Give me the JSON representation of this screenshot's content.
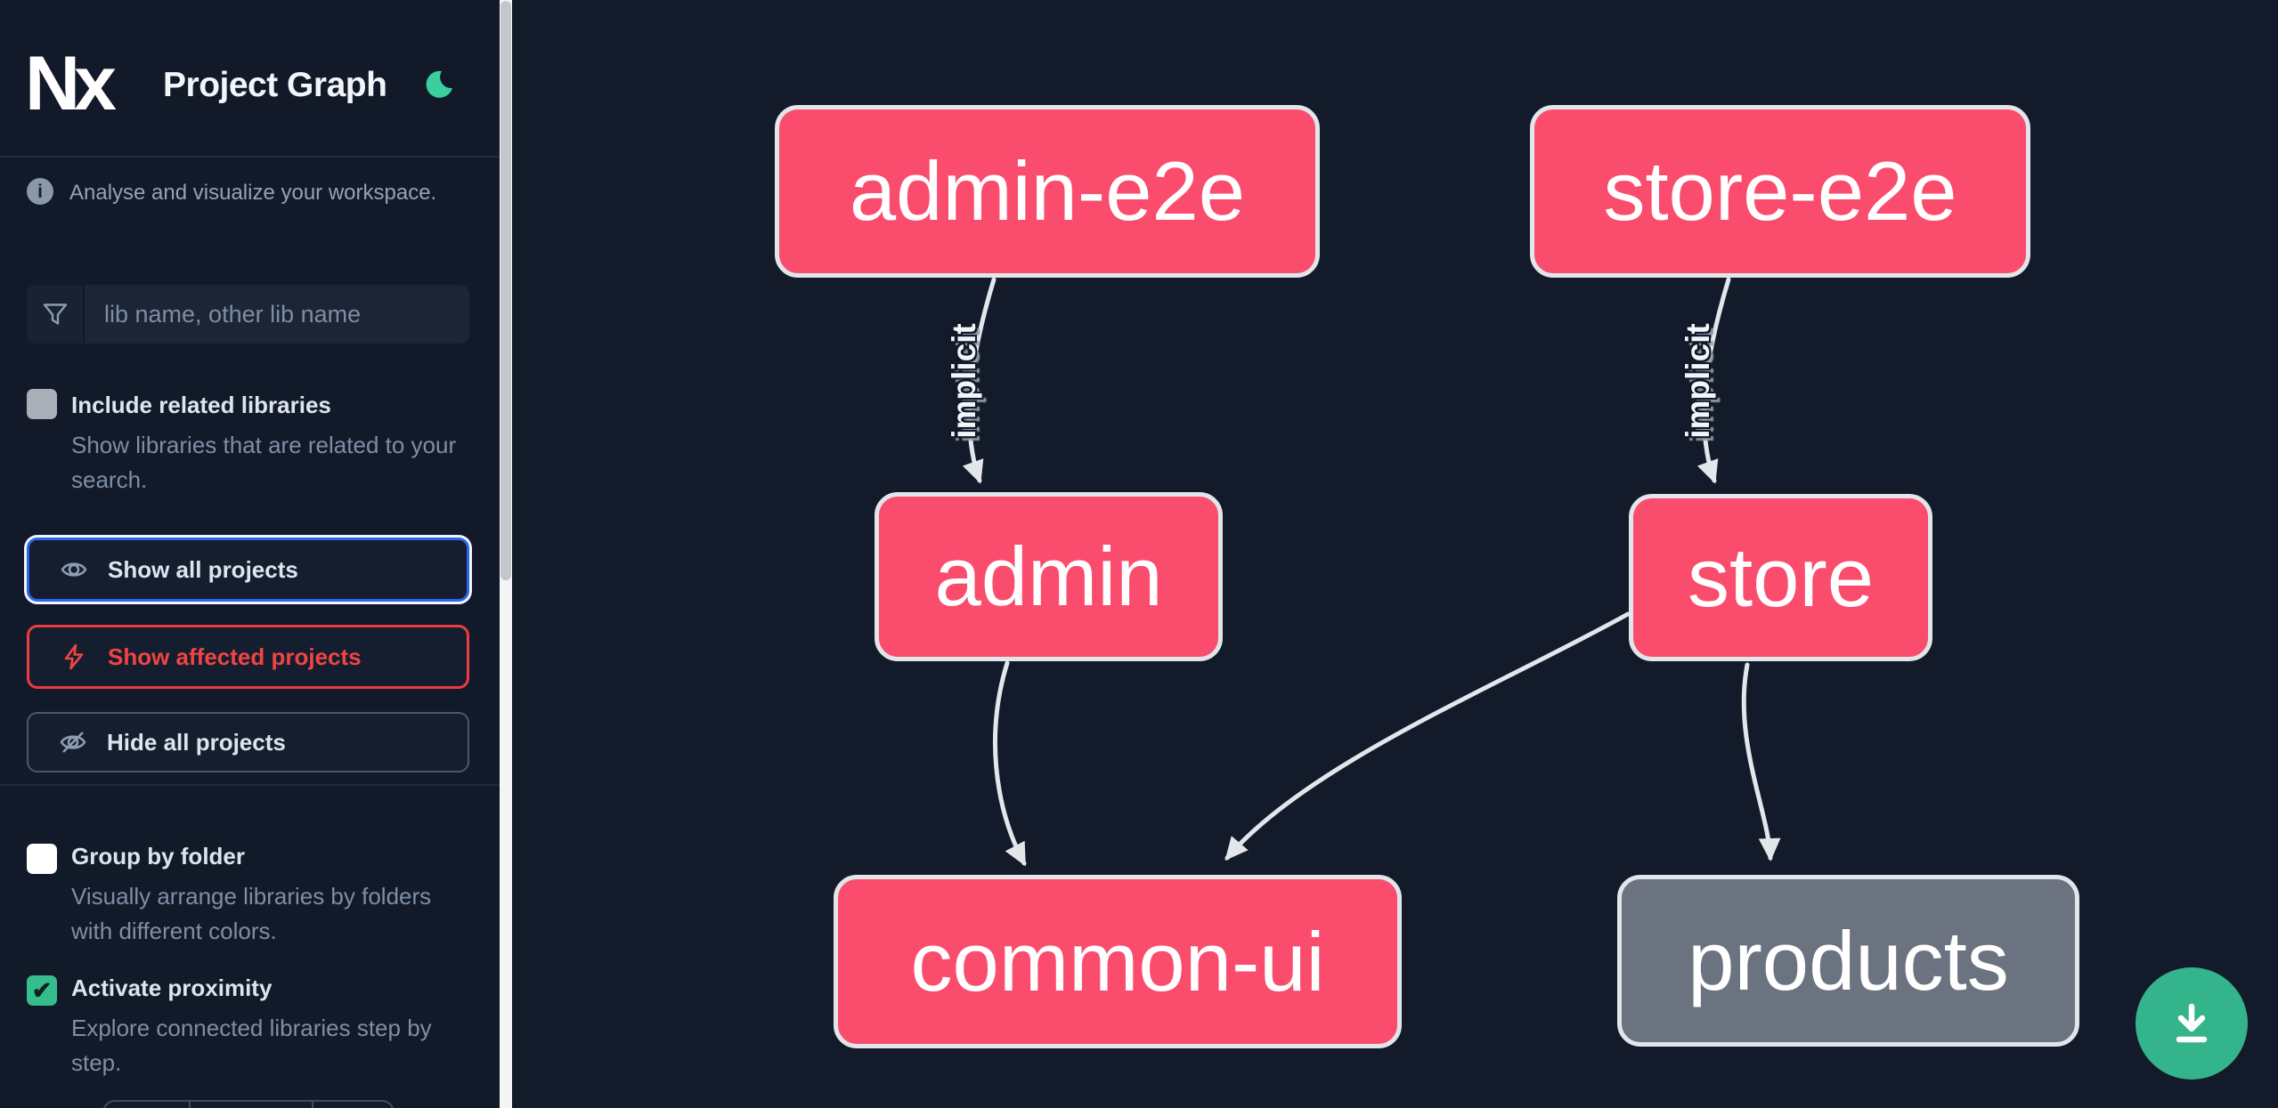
{
  "header": {
    "logo_text": "Nx",
    "title": "Project Graph"
  },
  "sidebar": {
    "tagline": "Analyse and visualize your workspace.",
    "search": {
      "placeholder": "lib name, other lib name",
      "value": ""
    },
    "checkboxes": [
      {
        "label": "Include related libraries",
        "description": "Show libraries that are related to your search.",
        "checked": false,
        "disabled": true
      },
      {
        "label": "Group by folder",
        "description": "Visually arrange libraries by folders with different colors.",
        "checked": false,
        "disabled": false
      },
      {
        "label": "Activate proximity",
        "description": "Explore connected libraries step by step.",
        "checked": true,
        "disabled": false
      }
    ],
    "check_glyph": "✔",
    "buttons": [
      {
        "label": "Show all projects",
        "state": "focused"
      },
      {
        "label": "Show affected projects",
        "state": "affected"
      },
      {
        "label": "Hide all projects",
        "state": "default"
      }
    ]
  },
  "graph": {
    "nodes": [
      {
        "id": "admin-e2e",
        "label": "admin-e2e",
        "style": "highlighted"
      },
      {
        "id": "store-e2e",
        "label": "store-e2e",
        "style": "highlighted"
      },
      {
        "id": "admin",
        "label": "admin",
        "style": "highlighted"
      },
      {
        "id": "store",
        "label": "store",
        "style": "highlighted"
      },
      {
        "id": "common-ui",
        "label": "common-ui",
        "style": "highlighted"
      },
      {
        "id": "products",
        "label": "products",
        "style": "muted"
      }
    ],
    "edges": [
      {
        "from": "admin-e2e",
        "to": "admin",
        "label": "implicit"
      },
      {
        "from": "store-e2e",
        "to": "store",
        "label": "implicit"
      },
      {
        "from": "admin",
        "to": "common-ui",
        "label": ""
      },
      {
        "from": "store",
        "to": "common-ui",
        "label": ""
      },
      {
        "from": "store",
        "to": "products",
        "label": ""
      }
    ]
  },
  "colors": {
    "node_pink": "#fa4d6d",
    "node_gray": "#6b7280",
    "edge_gray": "#e3e6ea",
    "fab_green": "#34b48a",
    "focus_blue": "#2966ec",
    "affected_red": "#f04444",
    "moon_teal": "#3bcfa0"
  }
}
